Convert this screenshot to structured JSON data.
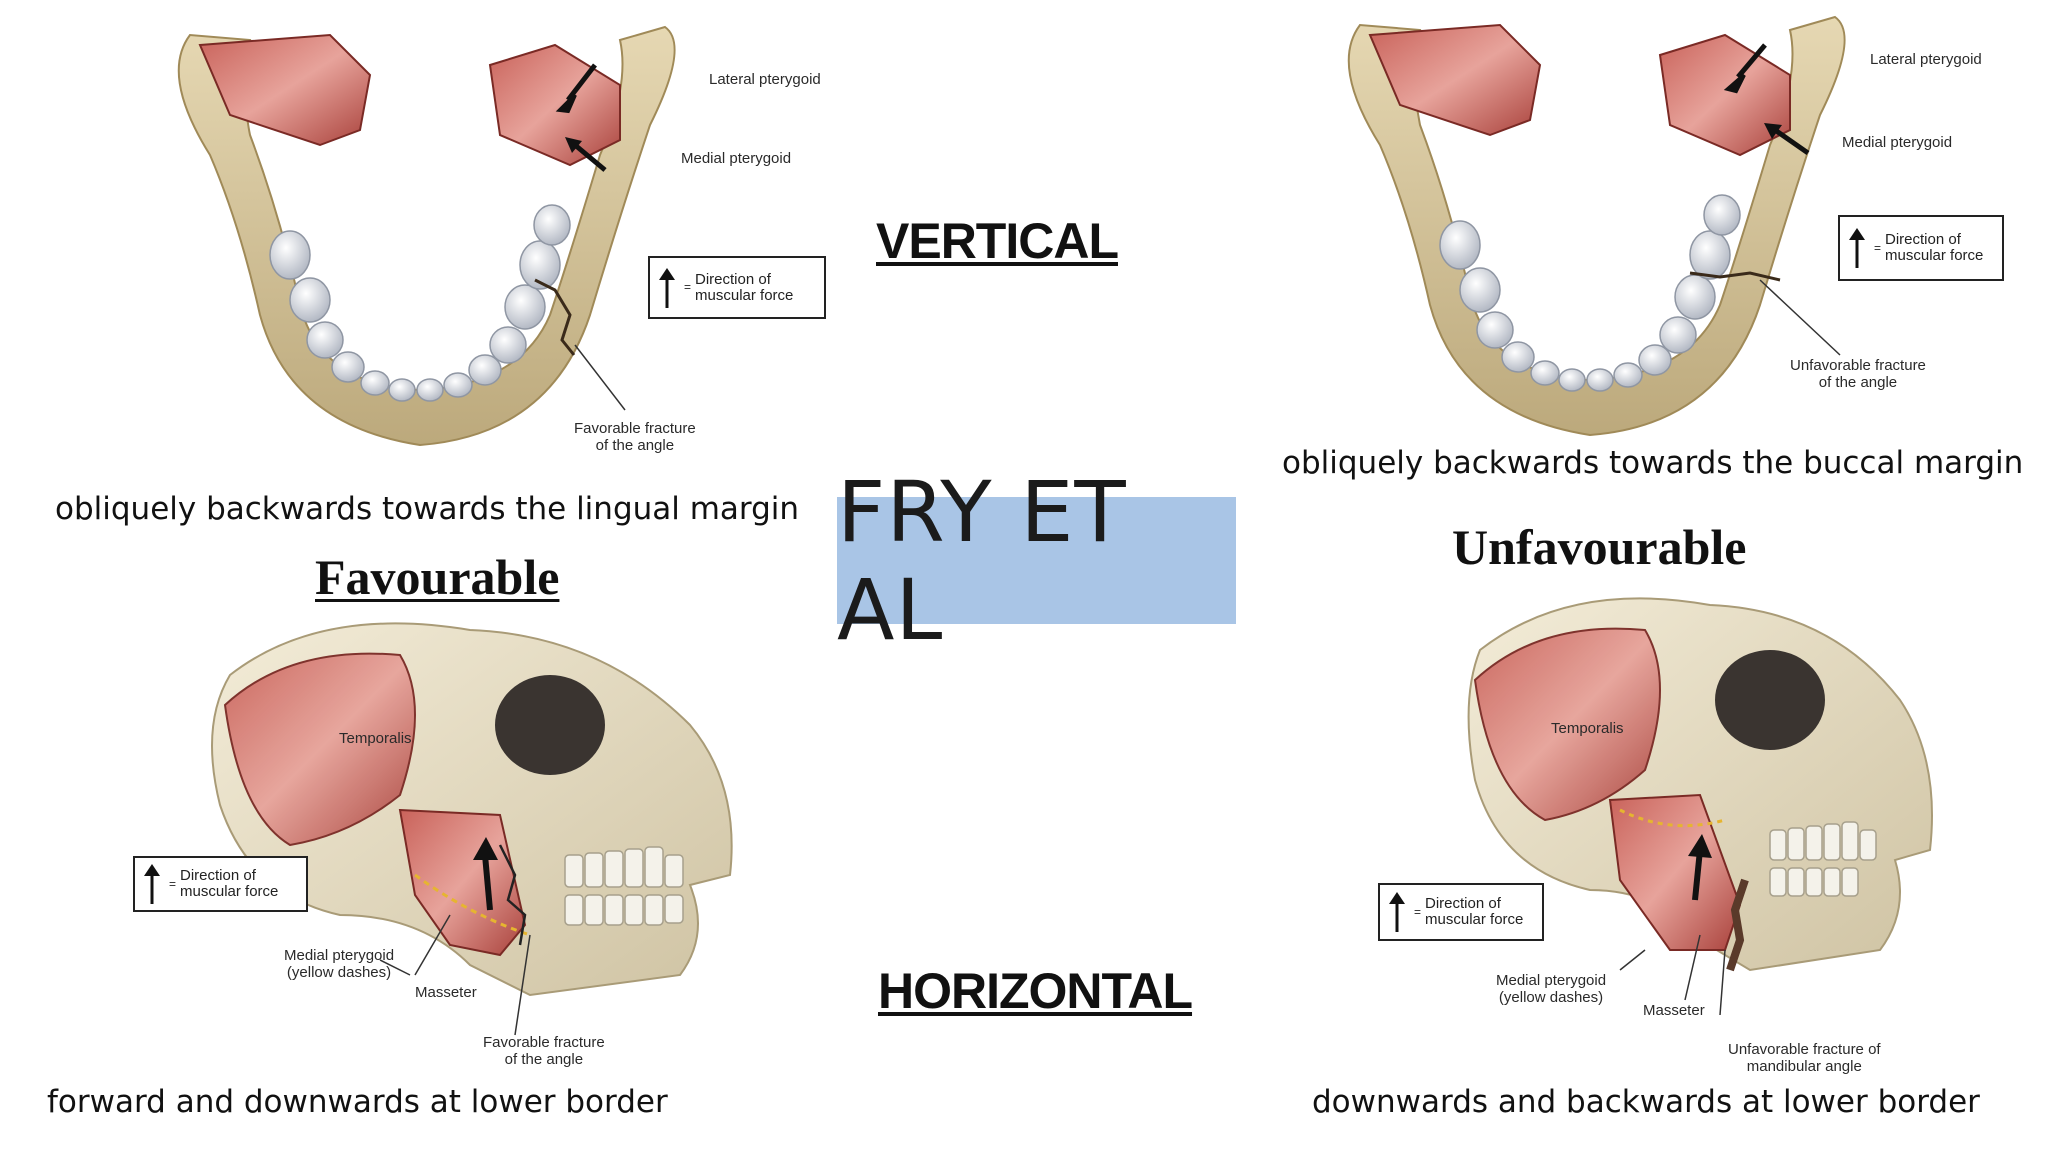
{
  "title": "FRY ET AL",
  "headings": {
    "vertical": "VERTICAL",
    "horizontal": "HORIZONTAL",
    "favourable": "Favourable",
    "unfavourable": "Unfavourable"
  },
  "captions": {
    "top_left": "obliquely backwards towards the lingual margin",
    "top_right": "obliquely backwards towards the buccal margin",
    "bottom_left": "forward and downwards at lower border",
    "bottom_right": "downwards and backwards at lower border"
  },
  "legend": {
    "equals": "=",
    "line1": "Direction of",
    "line2": "muscular force"
  },
  "figures": {
    "top_left": {
      "lateral": "Lateral pterygoid",
      "medial": "Medial pterygoid",
      "fracture_line1": "Favorable fracture",
      "fracture_line2": "of the angle"
    },
    "top_right": {
      "lateral": "Lateral pterygoid",
      "medial": "Medial pterygoid",
      "fracture_line1": "Unfavorable fracture",
      "fracture_line2": "of the angle"
    },
    "bottom_left": {
      "temporalis": "Temporalis",
      "medial_line1": "Medial pterygoid",
      "medial_line2": "(yellow dashes)",
      "masseter": "Masseter",
      "fracture_line1": "Favorable fracture",
      "fracture_line2": "of the angle"
    },
    "bottom_right": {
      "temporalis": "Temporalis",
      "medial_line1": "Medial pterygoid",
      "medial_line2": "(yellow dashes)",
      "masseter": "Masseter",
      "fracture_line1": "Unfavorable fracture of",
      "fracture_line2": "mandibular angle"
    }
  },
  "colors": {
    "title_bg": "#a9c5e6",
    "bone": "#d9c9a1",
    "muscle": "#b8524c",
    "tooth": "#dfe3ea"
  }
}
